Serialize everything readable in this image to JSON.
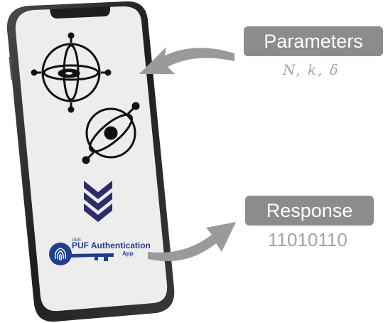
{
  "colors": {
    "phone_body": "#2b2b2b",
    "screen": "#ededed",
    "icon_stroke": "#111111",
    "chevron": "#2e2a6e",
    "logo_blue": "#1f3f8f",
    "label_box": "#8c8c8c",
    "label_text": "#ffffff",
    "sub_text": "#a3a3a3",
    "arrow": "#9a9a9a"
  },
  "app_logo": {
    "small_text": "GDE",
    "line1": "PUF Authentication",
    "line2": "App",
    "icon": "fingerprint-key-icon"
  },
  "parameters": {
    "label": "Parameters",
    "symbols": "N, k, δ"
  },
  "response": {
    "label": "Response",
    "value": "11010110"
  },
  "icons": [
    "gyroscope-icon",
    "atom-icon",
    "triple-chevron-down-icon",
    "curved-arrow-icon"
  ]
}
